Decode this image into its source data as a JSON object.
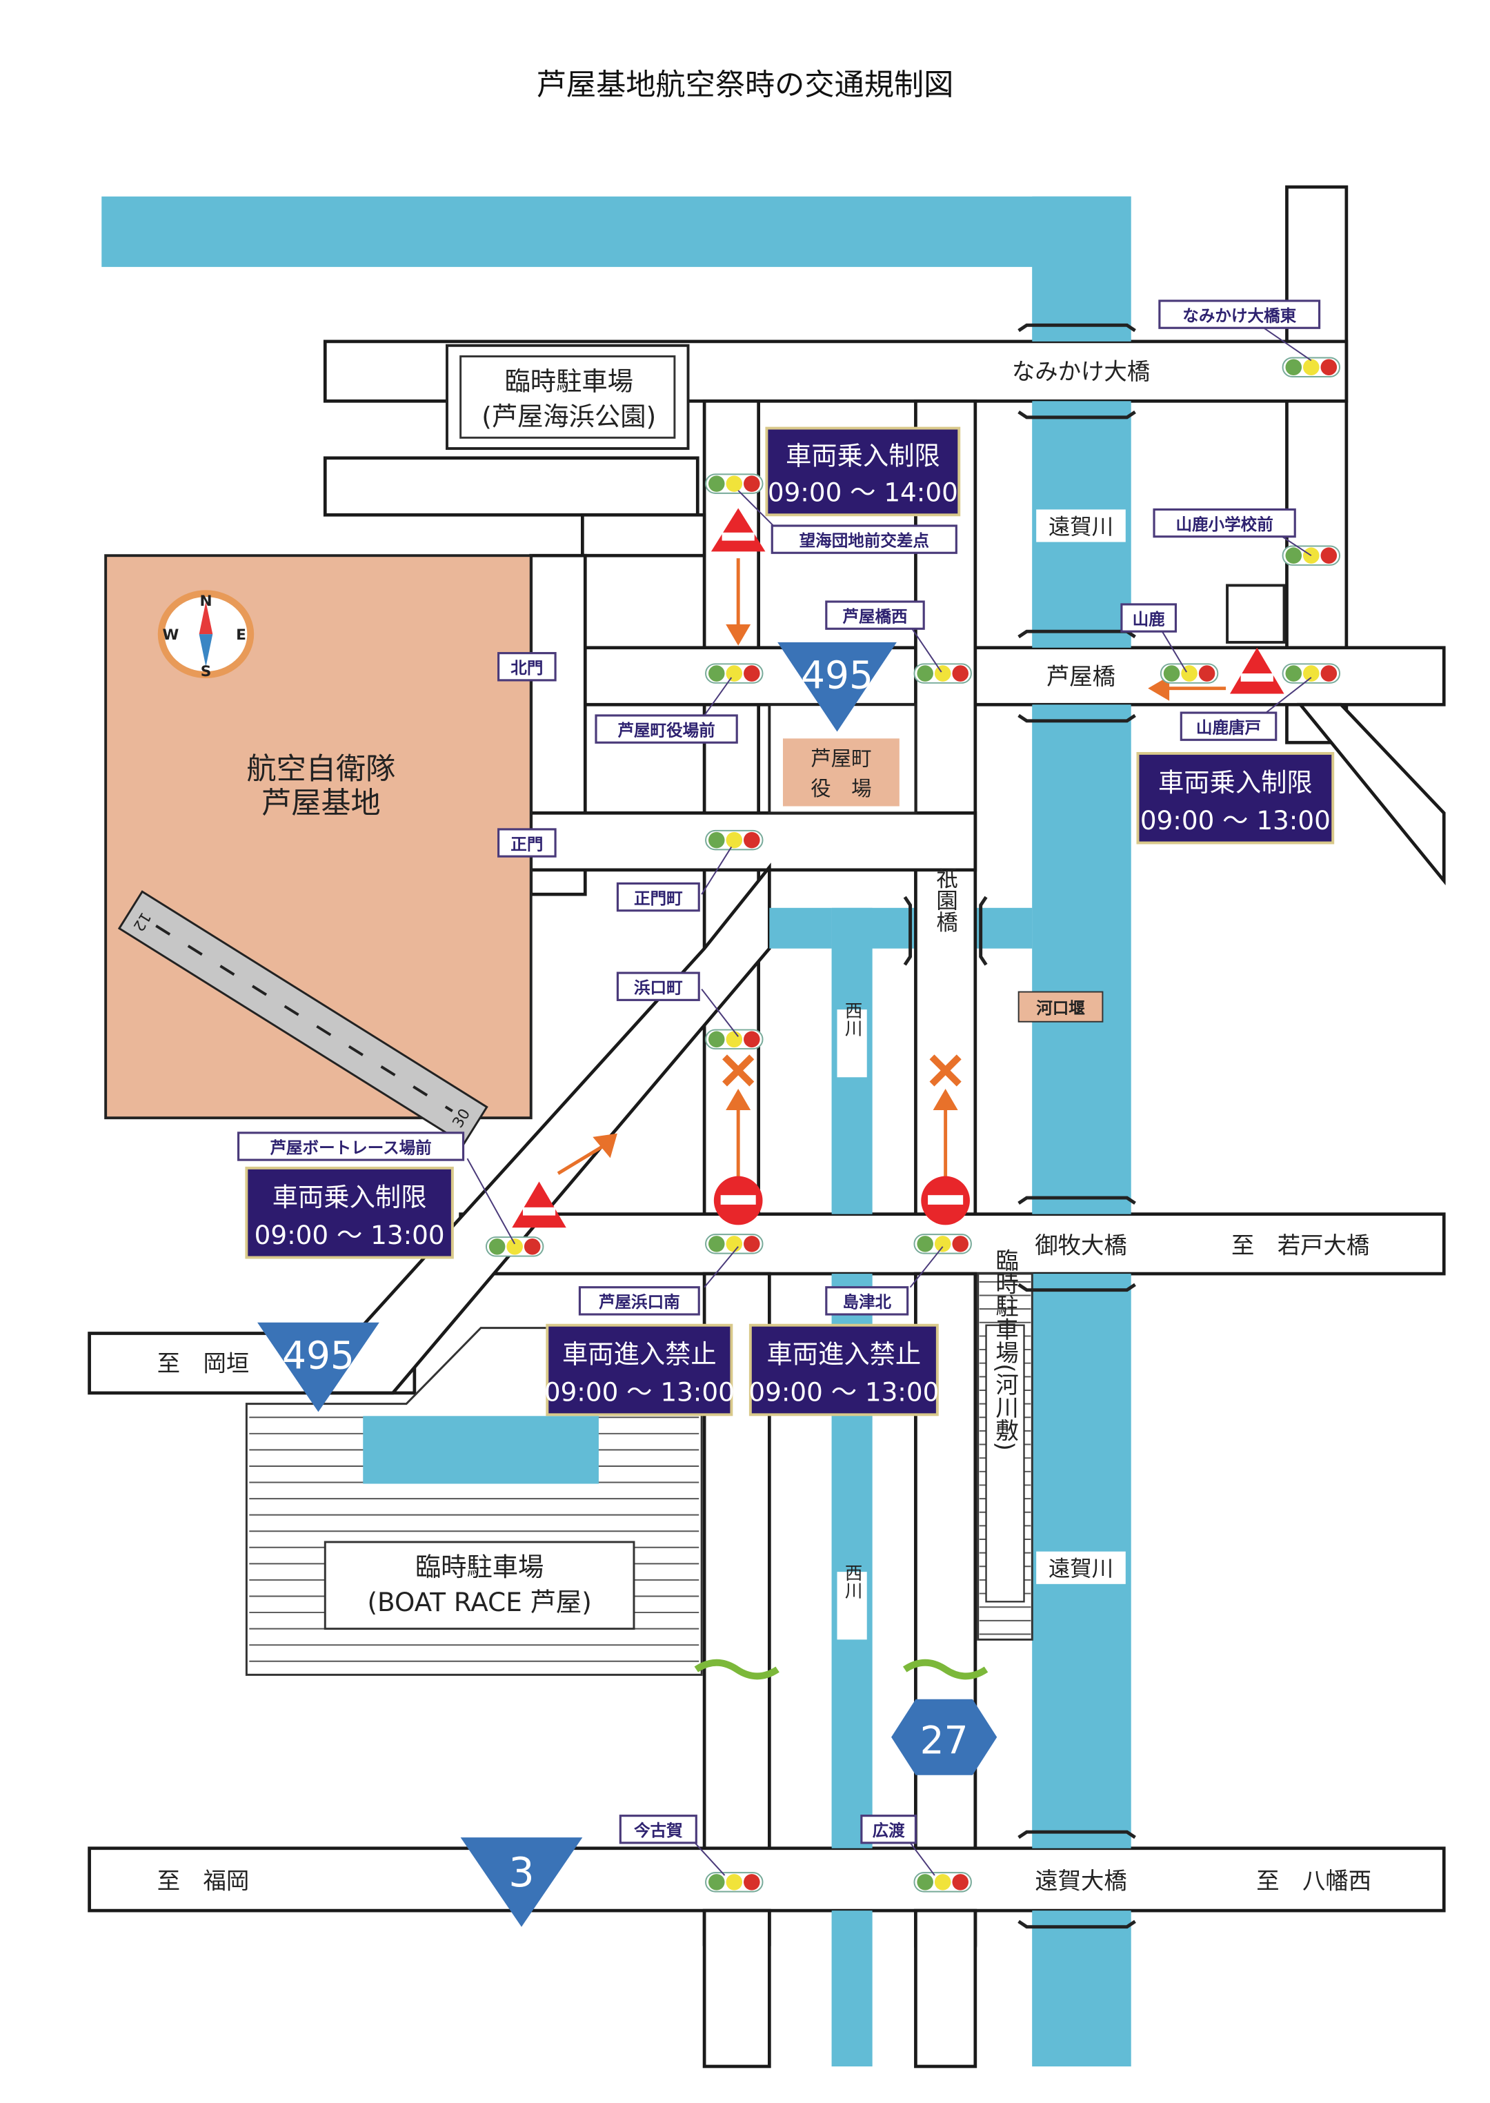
{
  "title": "芦屋基地航空祭時の交通規制図",
  "colors": {
    "water": "#62bcd6",
    "base_area": "#eab799",
    "regulation_box": "#2d1b6e",
    "route_sign": "#3a73b7",
    "no_entry_red": "#e8262a",
    "arrow_orange": "#e8712a",
    "tag_text": "#2e2270"
  },
  "base": {
    "line1": "航空自衛隊",
    "line2": "芦屋基地",
    "runway_start": "12",
    "runway_end": "30"
  },
  "compass": {
    "n": "N",
    "s": "S",
    "e": "E",
    "w": "W"
  },
  "town_hall": {
    "line1": "芦屋町",
    "line2": "役　場"
  },
  "parking": {
    "kaihin": {
      "line1": "臨時駐車場",
      "line2": "(芦屋海浜公園)"
    },
    "boatrace": {
      "line1": "臨時駐車場",
      "line2": "(BOAT RACE 芦屋)"
    },
    "kasenjiki": {
      "text": "臨時駐車場(河川敷)"
    }
  },
  "rivers": {
    "onga_upper": "遠賀川",
    "onga_lower": "遠賀川",
    "nishikawa_upper": "西川",
    "nishikawa_lower": "西川",
    "weir": "河口堰"
  },
  "bridges": {
    "namikake": "なみかけ大橋",
    "ashiya": "芦屋橋",
    "gion": "祇園橋",
    "mimaki": "御牧大橋",
    "onga": "遠賀大橋"
  },
  "destinations": {
    "wakato": "至　若戸大橋",
    "okagaki": "至　岡垣",
    "fukuoka": "至　福岡",
    "yahatanishi": "至　八幡西"
  },
  "route_signs": {
    "r495_top": "495",
    "r495_bottom": "495",
    "r27": "27",
    "r3": "3"
  },
  "gates": {
    "north": "北門",
    "main": "正門"
  },
  "intersections": [
    {
      "id": "namikake-east",
      "label": "なみかけ大橋東"
    },
    {
      "id": "bokaidanchi",
      "label": "望海団地前交差点"
    },
    {
      "id": "yamaga-shogakko",
      "label": "山鹿小学校前"
    },
    {
      "id": "ashiyabashi-nishi",
      "label": "芦屋橋西"
    },
    {
      "id": "yamaga",
      "label": "山鹿"
    },
    {
      "id": "yamaga-karato",
      "label": "山鹿唐戸"
    },
    {
      "id": "yakuba-mae",
      "label": "芦屋町役場前"
    },
    {
      "id": "seimon-machi",
      "label": "正門町"
    },
    {
      "id": "hamaguchi-machi",
      "label": "浜口町"
    },
    {
      "id": "boatrace-mae",
      "label": "芦屋ボートレース場前"
    },
    {
      "id": "ashiya-hamaguchi-minami",
      "label": "芦屋浜口南"
    },
    {
      "id": "shimazu-kita",
      "label": "島津北"
    },
    {
      "id": "imakoga",
      "label": "今古賀"
    },
    {
      "id": "hironami",
      "label": "広渡"
    }
  ],
  "regulations": [
    {
      "id": "reg-bokai",
      "title": "車両乗入制限",
      "time": "09:00 ～ 14:00"
    },
    {
      "id": "reg-yamaga",
      "title": "車両乗入制限",
      "time": "09:00 ～ 13:00"
    },
    {
      "id": "reg-boatrace",
      "title": "車両乗入制限",
      "time": "09:00 ～ 13:00"
    },
    {
      "id": "reg-hamaguchi",
      "title": "車両進入禁止",
      "time": "09:00 ～ 13:00"
    },
    {
      "id": "reg-shimazu",
      "title": "車両進入禁止",
      "time": "09:00 ～ 13:00"
    }
  ]
}
